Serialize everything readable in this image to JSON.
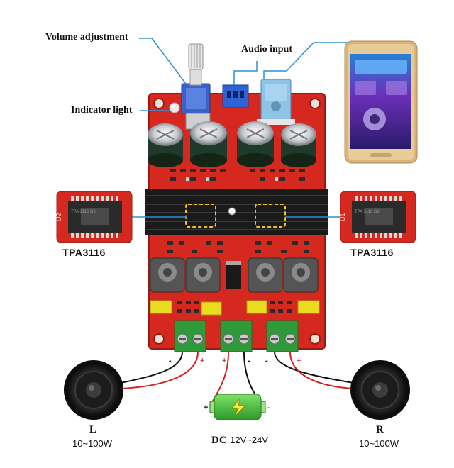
{
  "labels": {
    "volume": "Volume adjustment",
    "audio_input": "Audio input",
    "indicator": "Indicator light",
    "chip_left": "TPA3116",
    "chip_right": "TPA3116",
    "left_channel": "L",
    "left_power": "10~100W",
    "right_channel": "R",
    "right_power": "10~100W",
    "dc_prefix": "DC",
    "dc_range": "12V~24V"
  },
  "chip_markings": {
    "left_silk": "U2",
    "right_silk": "U1",
    "chip_text": "TPA 3116 D2"
  },
  "polarity": {
    "left_out": [
      "-",
      "+"
    ],
    "power_in": [
      "+",
      "-"
    ],
    "right_out": [
      "-",
      "+"
    ],
    "battery": [
      "+",
      "-"
    ]
  },
  "colors": {
    "pcb": "#d5291f",
    "heatsink": "#1a1a1a",
    "terminal": "#2f9a3a",
    "audio_jack": "#8fc4e6",
    "battery": "#3cbf3a",
    "callout_line": "#2a8fd6",
    "phone_gold": "#d9b47a"
  },
  "icons": [
    "potentiometer-icon",
    "led-icon",
    "phone-icon",
    "speaker-icon",
    "battery-icon",
    "chip-icon"
  ]
}
